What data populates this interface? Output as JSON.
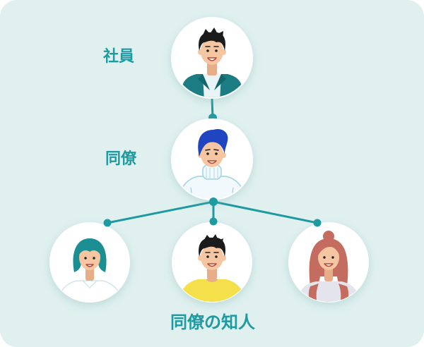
{
  "colors": {
    "accent": "#1e9aa1",
    "card_background": "#dff0ef",
    "node_fill": "#ffffff"
  },
  "levels": [
    {
      "label": "社員"
    },
    {
      "label": "同僚"
    },
    {
      "label": "同僚の知人"
    }
  ],
  "nodes": {
    "employee": {
      "icon": "man-teal-jacket-avatar"
    },
    "colleague": {
      "icon": "man-blue-hair-turtleneck-avatar"
    },
    "acquaintances": [
      {
        "icon": "woman-teal-bob-avatar"
      },
      {
        "icon": "man-yellow-shirt-avatar"
      },
      {
        "icon": "woman-auburn-hair-avatar"
      }
    ]
  }
}
